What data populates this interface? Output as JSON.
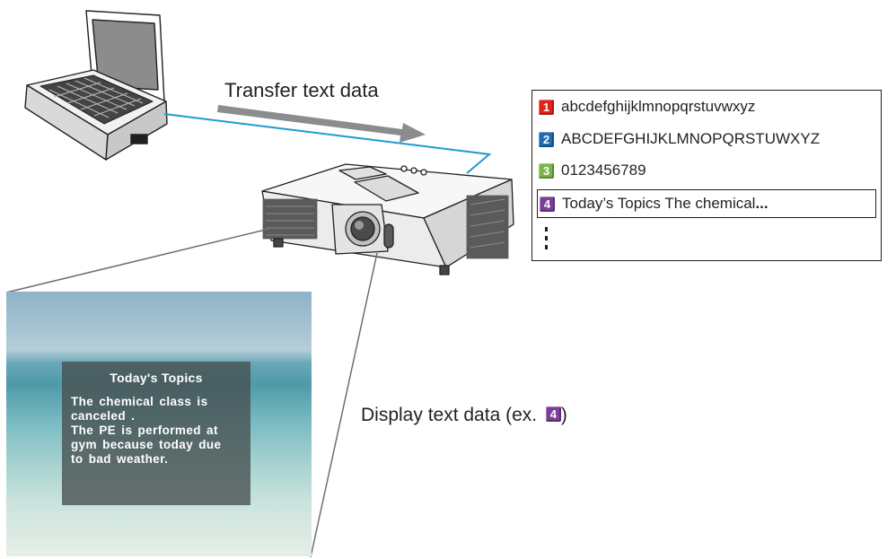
{
  "transfer_label": "Transfer text data",
  "display_label": "Display text data (ex. ",
  "display_label_close": ")",
  "example_badge": "4",
  "text_list": [
    {
      "index": "1",
      "text": "abcdefghijklmnopqrstuvwxyz",
      "color": "#e2231a"
    },
    {
      "index": "2",
      "text": "ABCDEFGHIJKLMNOPQRSTUWXYZ",
      "color": "#1f6db0"
    },
    {
      "index": "3",
      "text": "0123456789",
      "color": "#7ab547"
    },
    {
      "index": "4",
      "text": "Today’s Topics The chemical ",
      "suffix": "...",
      "color": "#7b3f98",
      "selected": true
    }
  ],
  "overlay": {
    "title": "Today's Topics",
    "body": "The  chemical  class  is\ncanceled .\nThe PE is  performed at\ngym because today due\nto bad weather."
  },
  "colors": {
    "cable": "#1e9ad6",
    "transfer_arrow": "#8a8c8e",
    "projection_line": "#6d6e70",
    "badge_1": "#e2231a",
    "badge_2": "#1f6db0",
    "badge_3": "#7ab547",
    "badge_4": "#7b3f98"
  },
  "icons": [
    "laptop-icon",
    "projector-icon",
    "transfer-arrow-icon"
  ]
}
